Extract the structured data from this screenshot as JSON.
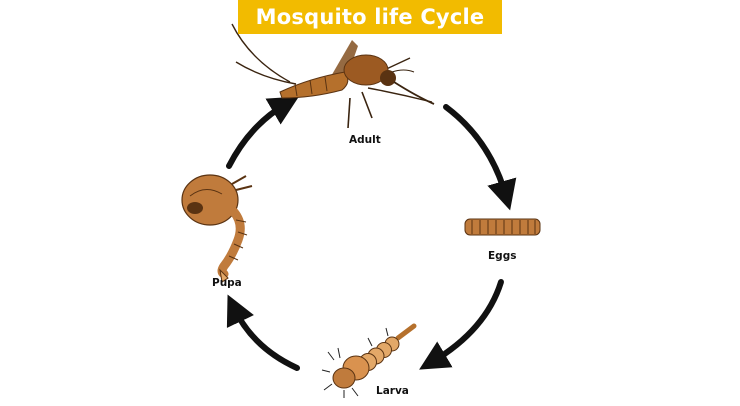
{
  "title": "Mosquito life Cycle",
  "stages": [
    {
      "id": "adult",
      "label": "Adult"
    },
    {
      "id": "eggs",
      "label": "Eggs"
    },
    {
      "id": "larva",
      "label": "Larva"
    },
    {
      "id": "pupa",
      "label": "Pupa"
    }
  ],
  "colors": {
    "banner": "#f2bb00",
    "banner_text": "#ffffff",
    "arrow": "#111111",
    "body_brown": "#b5702c",
    "body_light": "#e3a868",
    "body_dark": "#5a3312"
  },
  "icons": [
    "mosquito-adult-icon",
    "egg-raft-icon",
    "larva-icon",
    "pupa-icon"
  ]
}
